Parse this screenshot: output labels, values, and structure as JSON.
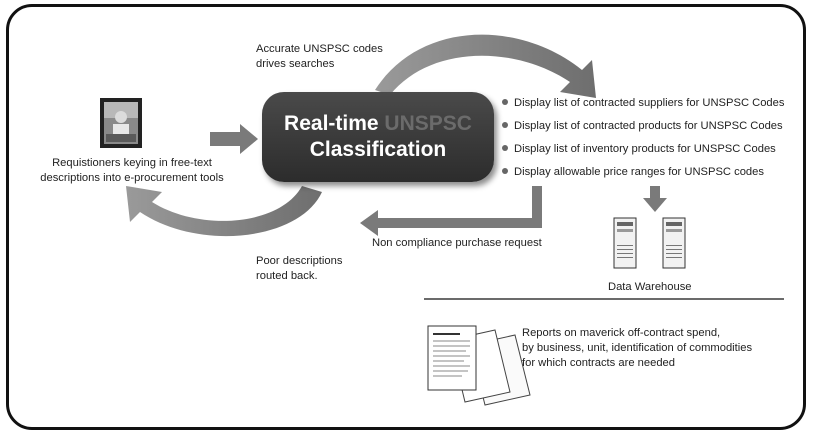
{
  "colors": {
    "frame": "#111111",
    "box": "#333333",
    "arrow": "#7a7a7a",
    "accent_text": "#6b6b6b"
  },
  "labels": {
    "accurate_codes": [
      "Accurate UNSPSC codes",
      "drives searches"
    ],
    "requisitioners": [
      "Requistioners keying in free-text",
      "descriptions into e-procurement tools"
    ],
    "poor_descriptions": [
      "Poor descriptions",
      "routed back."
    ],
    "non_compliance": "Non compliance purchase request",
    "data_warehouse": "Data Warehouse",
    "reports": [
      "Reports on maverick off-contract spend,",
      "by business, unit, identification of commodities",
      "for which contracts are needed"
    ]
  },
  "center_box": {
    "title_part1": "Real-time",
    "title_accent": "UNSPSC",
    "title_line2": "Classification"
  },
  "display_list": [
    "Display list of contracted suppliers for UNSPSC Codes",
    "Display list of contracted products for UNSPSC Codes",
    "Display list of inventory products for UNSPSC Codes",
    "Display allowable price ranges  for UNSPSC codes"
  ],
  "icons": {
    "requisitioner": "person-at-computer-photo",
    "servers": "server-tower-icon",
    "reports": "report-documents-icon"
  }
}
